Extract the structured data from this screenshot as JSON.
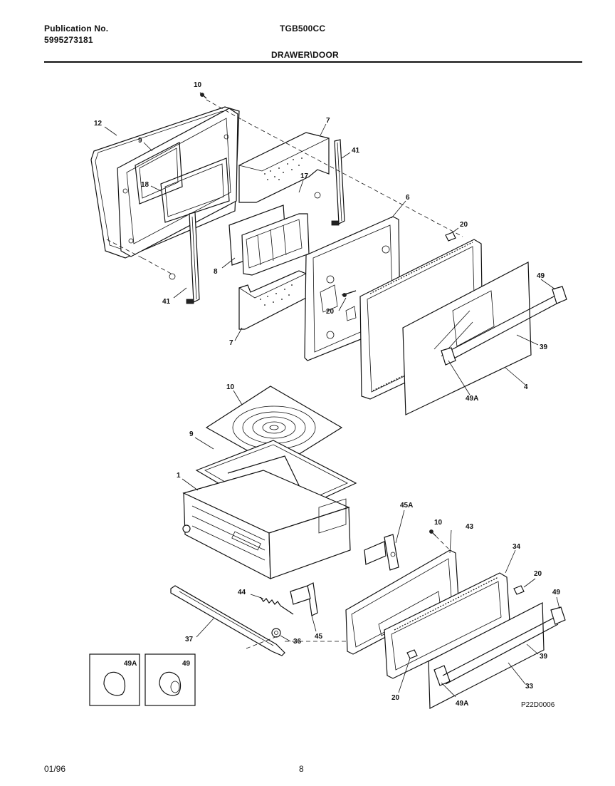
{
  "header": {
    "publication_label": "Publication No.",
    "publication_number": "5995273181",
    "model": "TGB500CC",
    "section_title": "DRAWER\\DOOR"
  },
  "footer": {
    "date": "01/96",
    "page": "8"
  },
  "diagram": {
    "drawing_code": "P22D0006",
    "part_labels": {
      "p10a": "10",
      "p12": "12",
      "p9a": "9",
      "p18": "18",
      "p7a": "7",
      "p41a": "41",
      "p17": "17",
      "p6": "6",
      "p20a": "20",
      "p49a": "49",
      "p8": "8",
      "p41b": "41",
      "p20b": "20",
      "p7b": "7",
      "p39a": "39",
      "p4": "4",
      "p49Aa": "49A",
      "p10b": "10",
      "p9b": "9",
      "p1": "1",
      "p45A": "45A",
      "p10c": "10",
      "p43": "43",
      "p34": "34",
      "p20c": "20",
      "p49b": "49",
      "p44": "44",
      "p37": "37",
      "p36": "36",
      "p45": "45",
      "p39b": "39",
      "p20d": "20",
      "p49Ab": "49A",
      "p33": "33",
      "inset49A": "49A",
      "inset49": "49"
    }
  }
}
